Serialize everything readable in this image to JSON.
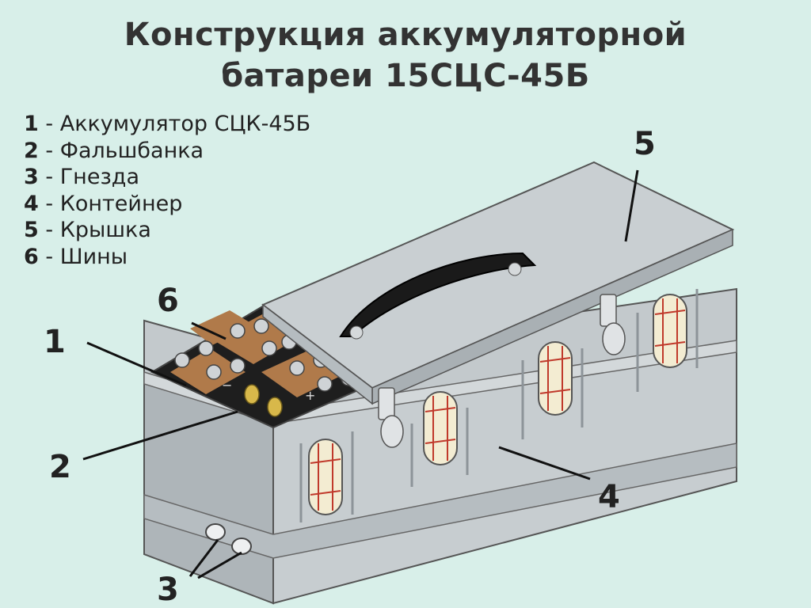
{
  "title": {
    "line1": "Конструкция аккумуляторной",
    "line2": "батареи 15СЦС-45Б"
  },
  "legend": [
    {
      "num": "1",
      "text": "Аккумулятор СЦК-45Б"
    },
    {
      "num": "2",
      "text": "Фальшбанка"
    },
    {
      "num": "3",
      "text": "Гнезда"
    },
    {
      "num": "4",
      "text": "Контейнер"
    },
    {
      "num": "5",
      "text": "Крышка"
    },
    {
      "num": "6",
      "text": "Шины"
    }
  ],
  "callouts": {
    "c1": "1",
    "c2": "2",
    "c3": "3",
    "c4": "4",
    "c5": "5",
    "c6": "6"
  },
  "terminal_signs": {
    "minus": "−",
    "plus": "+"
  },
  "colors": {
    "background": "#d8efe9",
    "container": "#c3c9cc",
    "bus_bars": "#b07a4a",
    "windows": "#f3ecd2"
  }
}
